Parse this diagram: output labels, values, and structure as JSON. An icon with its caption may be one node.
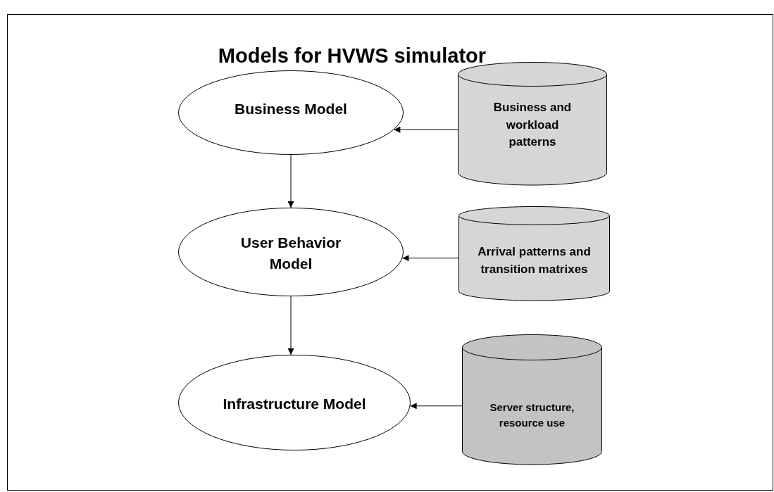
{
  "diagram": {
    "title": "Models for HVWS simulator",
    "nodes": [
      {
        "text": [
          "Business Model"
        ]
      },
      {
        "text": [
          "Business and workload patterns"
        ]
      },
      {
        "text": [
          "User Behavior Model"
        ]
      },
      {
        "text": [
          "Arrival patterns and transition matrixes"
        ]
      },
      {
        "text": [
          "Infrastructure Model"
        ]
      },
      {
        "text": [
          "Server structure, resource use"
        ]
      }
    ],
    "edges": [
      {
        "from": 1,
        "to": 0,
        "arrow": "to"
      },
      {
        "from": 0,
        "to": 2,
        "arrow": "to"
      },
      {
        "from": 3,
        "to": 2,
        "arrow": "to"
      },
      {
        "from": 2,
        "to": 4,
        "arrow": "to"
      },
      {
        "from": 5,
        "to": 4,
        "arrow": "to"
      }
    ]
  }
}
